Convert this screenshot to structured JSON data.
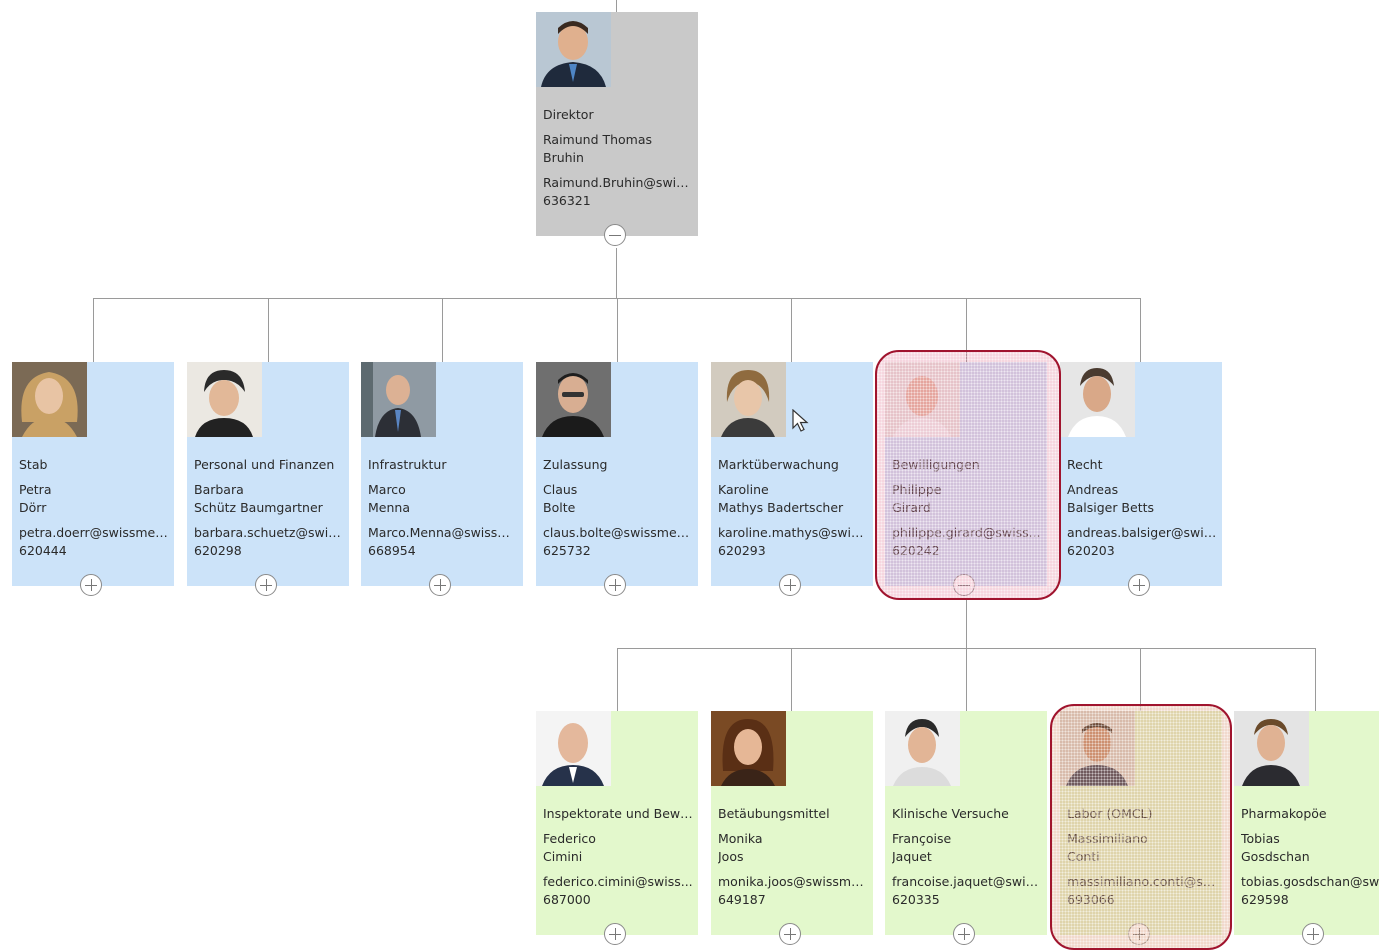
{
  "colors": {
    "root_card": "#c9c9c9",
    "level1_card": "#cce3f9",
    "level2_card": "#e3f8cc",
    "highlight_border": "#a0142e"
  },
  "root": {
    "title": "Direktor",
    "first": "Raimund Thomas",
    "last": "Bruhin",
    "email": "Raimund.Bruhin@swiss...",
    "phone": "636321",
    "toggle": "collapse",
    "icon": "avatar"
  },
  "level1": [
    {
      "title": "Stab",
      "first": "Petra",
      "last": "Dörr",
      "email": "petra.doerr@swissmed...",
      "phone": "620444",
      "toggle": "expand",
      "icon": "avatar"
    },
    {
      "title": "Personal und Finanzen",
      "first": "Barbara",
      "last": "Schütz Baumgartner",
      "email": "barbara.schuetz@swiss...",
      "phone": "620298",
      "toggle": "expand",
      "icon": "avatar"
    },
    {
      "title": "Infrastruktur",
      "first": "Marco",
      "last": "Menna",
      "email": "Marco.Menna@swissm...",
      "phone": "668954",
      "toggle": "expand",
      "icon": "avatar"
    },
    {
      "title": "Zulassung",
      "first": "Claus",
      "last": "Bolte",
      "email": "claus.bolte@swissmedi...",
      "phone": "625732",
      "toggle": "expand",
      "icon": "avatar"
    },
    {
      "title": "Marktüberwachung",
      "first": "Karoline",
      "last": "Mathys Badertscher",
      "email": "karoline.mathys@swiss...",
      "phone": "620293",
      "toggle": "expand",
      "icon": "avatar"
    },
    {
      "title": "Bewilligungen",
      "first": "Philippe",
      "last": "Girard",
      "email": "philippe.girard@swiss...",
      "phone": "620242",
      "toggle": "collapse",
      "icon": "avatar",
      "highlighted": true
    },
    {
      "title": "Recht",
      "first": "Andreas",
      "last": "Balsiger Betts",
      "email": "andreas.balsiger@swis...",
      "phone": "620203",
      "toggle": "expand",
      "icon": "avatar"
    }
  ],
  "level2": [
    {
      "title": "Inspektorate und Bewil...",
      "first": "Federico",
      "last": "Cimini",
      "email": "federico.cimini@swiss...",
      "phone": "687000",
      "toggle": "expand",
      "icon": "avatar"
    },
    {
      "title": "Betäubungsmittel",
      "first": "Monika",
      "last": "Joos",
      "email": "monika.joos@swissme...",
      "phone": "649187",
      "toggle": "expand",
      "icon": "avatar"
    },
    {
      "title": "Klinische Versuche",
      "first": "Françoise",
      "last": "Jaquet",
      "email": "francoise.jaquet@swiss...",
      "phone": "620335",
      "toggle": "expand",
      "icon": "avatar"
    },
    {
      "title": "Labor (OMCL)",
      "first": "Massimiliano",
      "last": "Conti",
      "email": "massimiliano.conti@sw...",
      "phone": "693066",
      "toggle": "expand",
      "icon": "avatar",
      "highlighted": true
    },
    {
      "title": "Pharmakopöe",
      "first": "Tobias",
      "last": "Gosdschan",
      "email": "tobias.gosdschan@swi...",
      "phone": "629598",
      "toggle": "expand",
      "icon": "avatar"
    }
  ],
  "cursor": {
    "icon": "mouse-pointer-icon"
  }
}
